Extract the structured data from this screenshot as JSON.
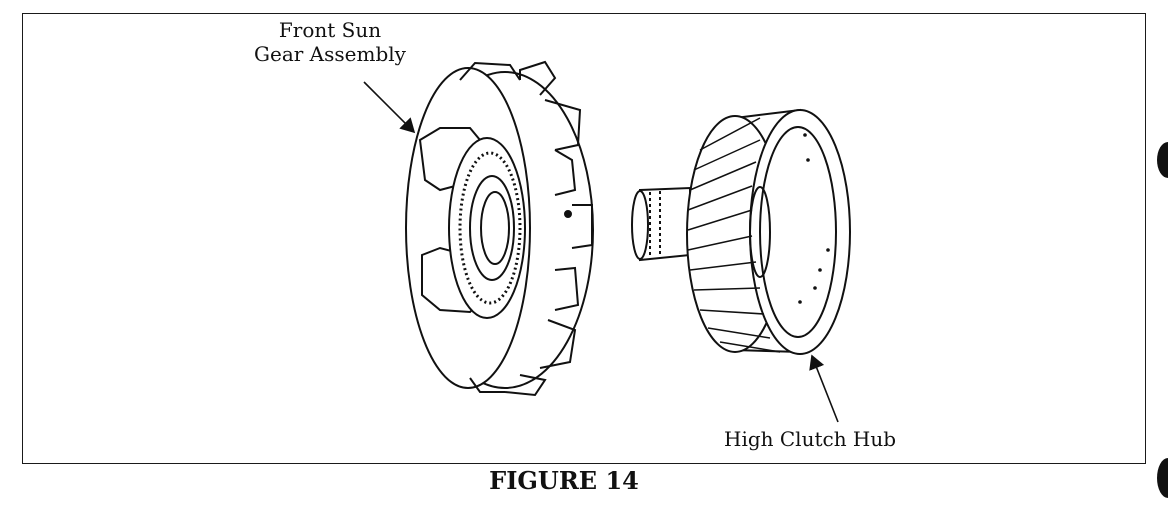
{
  "labels": {
    "front_sun_line1": "Front Sun",
    "front_sun_line2": "Gear Assembly",
    "high_clutch_hub": "High Clutch Hub"
  },
  "caption": "FIGURE 14"
}
